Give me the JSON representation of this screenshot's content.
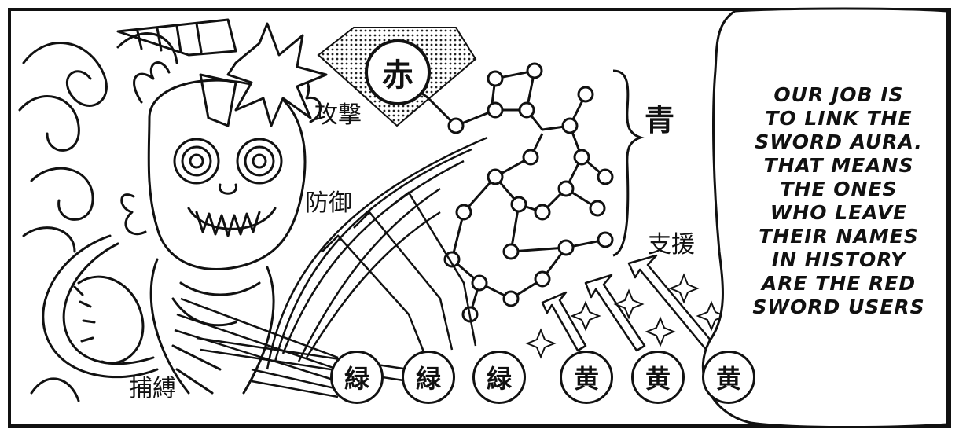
{
  "labels": {
    "attack": "攻撃",
    "defense": "防御",
    "capture": "捕縛",
    "support": "支援",
    "blue": "青",
    "red": "赤"
  },
  "circles": [
    "緑",
    "緑",
    "緑",
    "黄",
    "黄",
    "黄"
  ],
  "speech_bubble": {
    "lines": [
      "OUR JOB IS",
      "TO LINK THE",
      "SWORD AURA.",
      "THAT MEANS",
      "THE ONES",
      "WHO LEAVE",
      "THEIR NAMES",
      "IN HISTORY",
      "ARE THE RED",
      "SWORD USERS"
    ]
  }
}
